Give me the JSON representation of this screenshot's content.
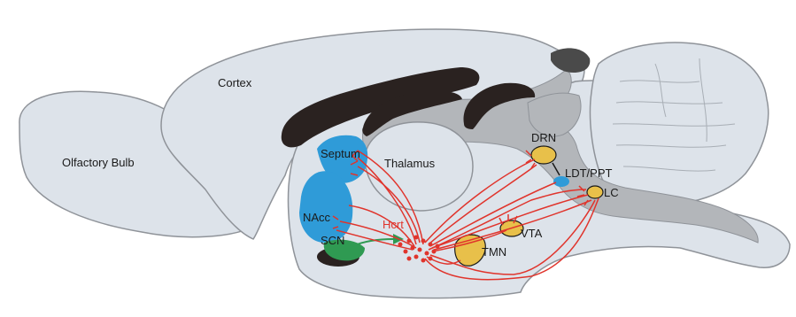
{
  "labels": {
    "olfactory_bulb": "Olfactory Bulb",
    "cortex": "Cortex",
    "septum": "Septum",
    "thalamus": "Thalamus",
    "nacc": "NAcc",
    "hcrt": "Hcrt",
    "scn": "SCN",
    "tmn": "TMN",
    "vta": "VTA",
    "drn": "DRN",
    "ldt_ppt": "LDT/PPT",
    "lc": "LC"
  },
  "colors": {
    "tissue": "#dde3ea",
    "outline": "#8f9399",
    "ventricle": "#b3b6ba",
    "white_matter": "#2a2220",
    "blue_region": "#2f9bd8",
    "green_region": "#2f9a52",
    "nucleus_fill": "#e8c04a",
    "hcrt_red": "#e0342c"
  }
}
